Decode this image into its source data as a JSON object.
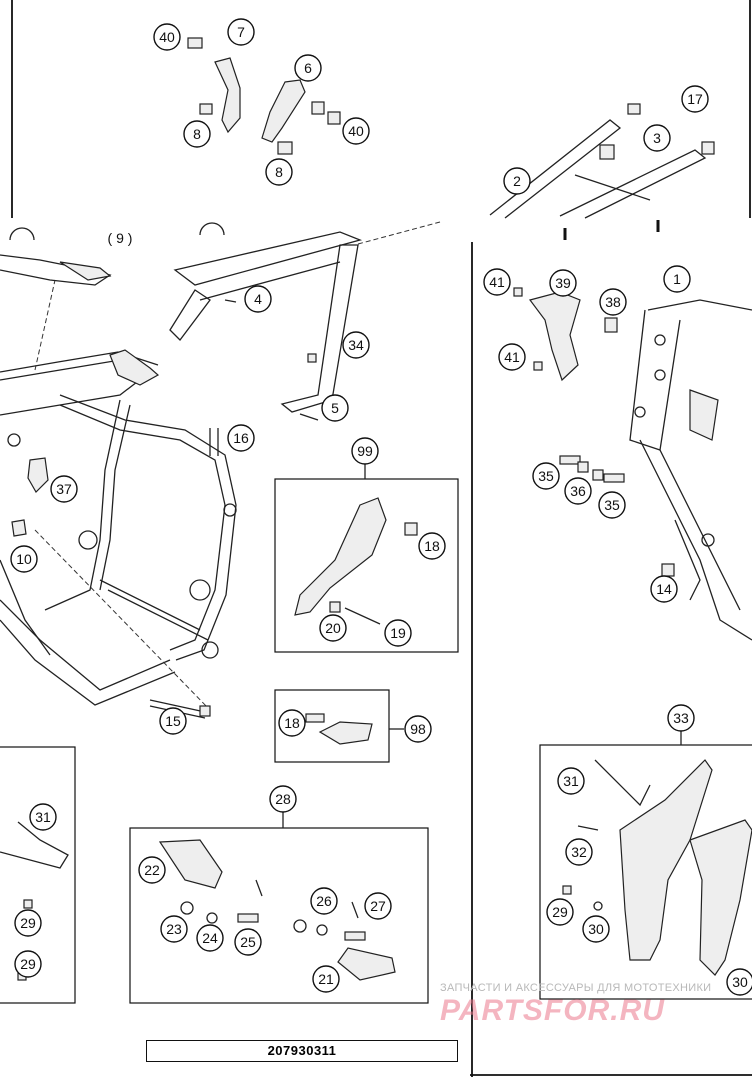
{
  "document_code": "207930311",
  "watermark": {
    "tagline": "ЗАПЧАСТИ И АКСЕССУАРЫ ДЛЯ МОТОТЕХНИКИ",
    "logo": "PARTSFOR.RU"
  },
  "group_labels": {
    "bracket_label": "( 9 )"
  },
  "callouts": [
    "1",
    "2",
    "3",
    "4",
    "5",
    "6",
    "7",
    "8",
    "8",
    "10",
    "14",
    "15",
    "16",
    "17",
    "18",
    "18",
    "19",
    "20",
    "21",
    "22",
    "23",
    "24",
    "25",
    "26",
    "27",
    "28",
    "29",
    "29",
    "29",
    "30",
    "30",
    "31",
    "31",
    "32",
    "33",
    "34",
    "35",
    "35",
    "36",
    "37",
    "38",
    "39",
    "40",
    "40",
    "41",
    "41",
    "98",
    "99"
  ]
}
